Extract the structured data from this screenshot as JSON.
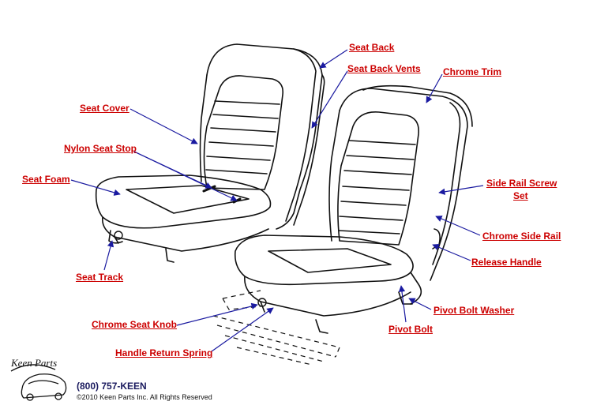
{
  "labels": {
    "seat_back": "Seat Back",
    "seat_back_vents": "Seat Back Vents",
    "chrome_trim": "Chrome Trim",
    "seat_cover": "Seat Cover",
    "nylon_seat_stop": "Nylon Seat Stop",
    "seat_foam": "Seat Foam",
    "side_rail_screw_set_1": "Side Rail Screw",
    "side_rail_screw_set_2": "Set",
    "chrome_side_rail": "Chrome Side Rail",
    "release_handle": "Release Handle",
    "seat_track": "Seat Track",
    "pivot_bolt_washer": "Pivot Bolt Washer",
    "chrome_seat_knob": "Chrome Seat Knob",
    "pivot_bolt": "Pivot Bolt",
    "handle_return_spring": "Handle Return Spring"
  },
  "footer": {
    "logo": "Keen Parts",
    "phone": "(800) 757-KEEN",
    "copyright": "©2010 Keen Parts Inc. All Rights Reserved"
  },
  "colors": {
    "label": "#cc0000",
    "leader": "#1a1aa0",
    "drawing": "#111111"
  }
}
